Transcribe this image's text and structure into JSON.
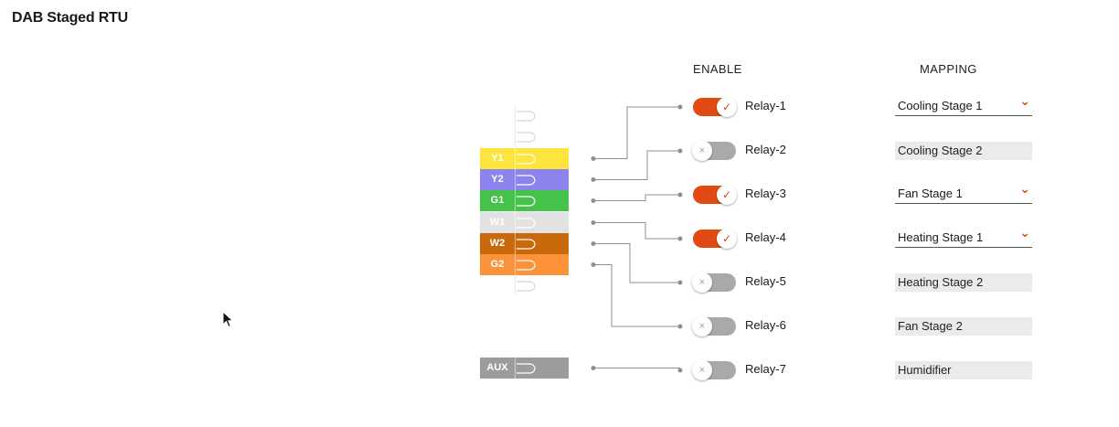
{
  "page": {
    "title": "DAB Staged RTU"
  },
  "headers": {
    "enable": "ENABLE",
    "mapping": "MAPPING"
  },
  "terminals": [
    {
      "label": "",
      "color": "#ffffff"
    },
    {
      "label": "",
      "color": "#ffffff"
    },
    {
      "label": "Y1",
      "color": "#ffe43d"
    },
    {
      "label": "Y2",
      "color": "#8c83ee"
    },
    {
      "label": "G1",
      "color": "#45c24a"
    },
    {
      "label": "W1",
      "color": "#e2e2e2"
    },
    {
      "label": "W2",
      "color": "#c9690b"
    },
    {
      "label": "G2",
      "color": "#fc9239"
    },
    {
      "label": "",
      "color": "#ffffff"
    }
  ],
  "aux_terminal": {
    "label": "AUX",
    "color": "#9c9c9c"
  },
  "relays": [
    {
      "name": "Relay-1",
      "enabled": true,
      "mapping": "Cooling Stage 1",
      "editable": true,
      "source": "Y1"
    },
    {
      "name": "Relay-2",
      "enabled": false,
      "mapping": "Cooling Stage 2",
      "editable": false,
      "source": "Y2"
    },
    {
      "name": "Relay-3",
      "enabled": true,
      "mapping": "Fan Stage 1",
      "editable": true,
      "source": "G1"
    },
    {
      "name": "Relay-4",
      "enabled": true,
      "mapping": "Heating Stage 1",
      "editable": true,
      "source": "W1"
    },
    {
      "name": "Relay-5",
      "enabled": false,
      "mapping": "Heating Stage 2",
      "editable": false,
      "source": "W2"
    },
    {
      "name": "Relay-6",
      "enabled": false,
      "mapping": "Fan Stage 2",
      "editable": false,
      "source": "G2"
    },
    {
      "name": "Relay-7",
      "enabled": false,
      "mapping": "Humidifier",
      "editable": false,
      "source": "AUX"
    }
  ],
  "icons": {
    "on_knob": "check-icon",
    "off_knob": "x-icon",
    "dropdown": "chevron-down-icon",
    "plug": "terminal-plug-icon"
  },
  "colors": {
    "accent": "#e14a12",
    "toggle_off": "#a9a9a9",
    "wire": "#8f8f8f"
  }
}
